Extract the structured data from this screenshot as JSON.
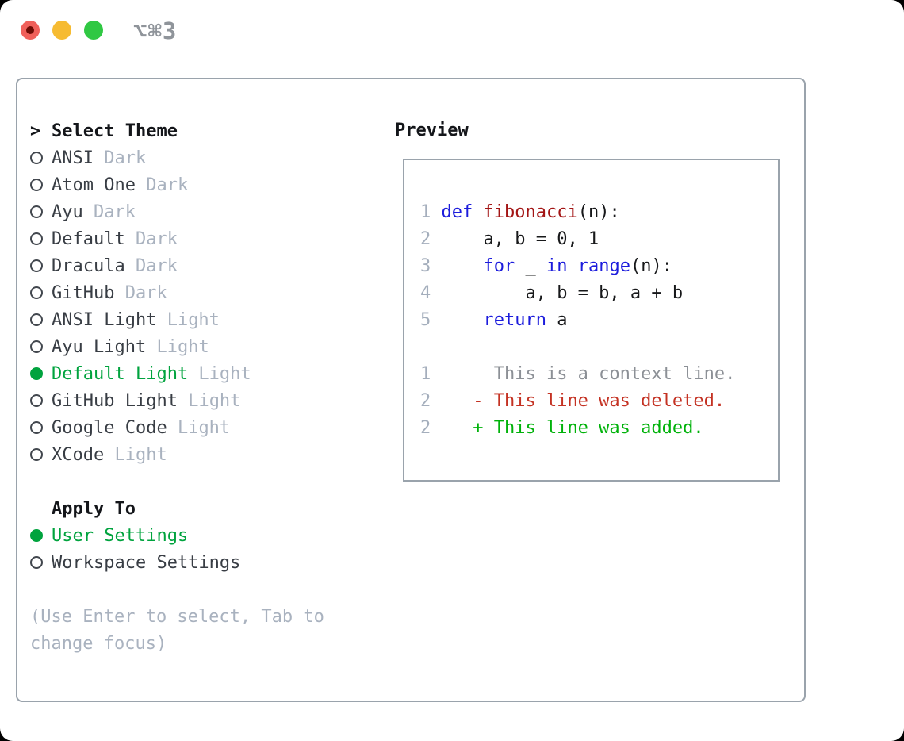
{
  "window": {
    "title": "⌥⌘3",
    "traffic_lights": {
      "close": "red",
      "minimize": "yellow",
      "zoom": "green"
    }
  },
  "theme_picker": {
    "header_prefix": ">",
    "header": "Select Theme",
    "items": [
      {
        "name": "ANSI",
        "variant": "Dark",
        "selected": false
      },
      {
        "name": "Atom One",
        "variant": "Dark",
        "selected": false
      },
      {
        "name": "Ayu",
        "variant": "Dark",
        "selected": false
      },
      {
        "name": "Default",
        "variant": "Dark",
        "selected": false
      },
      {
        "name": "Dracula",
        "variant": "Dark",
        "selected": false
      },
      {
        "name": "GitHub",
        "variant": "Dark",
        "selected": false
      },
      {
        "name": "ANSI Light",
        "variant": "Light",
        "selected": false
      },
      {
        "name": "Ayu Light",
        "variant": "Light",
        "selected": false
      },
      {
        "name": "Default Light",
        "variant": "Light",
        "selected": true
      },
      {
        "name": "GitHub Light",
        "variant": "Light",
        "selected": false
      },
      {
        "name": "Google Code",
        "variant": "Light",
        "selected": false
      },
      {
        "name": "XCode",
        "variant": "Light",
        "selected": false
      }
    ],
    "apply_header": "Apply To",
    "apply_items": [
      {
        "name": "User Settings",
        "selected": true
      },
      {
        "name": "Workspace Settings",
        "selected": false
      }
    ],
    "hint_lines": [
      "(Use Enter to select, Tab to",
      "change focus)"
    ]
  },
  "preview": {
    "header": "Preview",
    "lines": [
      {
        "num": "1",
        "segments": [
          {
            "t": "def",
            "c": "kw"
          },
          {
            "t": " ",
            "c": "code"
          },
          {
            "t": "fibonacci",
            "c": "fn"
          },
          {
            "t": "(n):",
            "c": "code"
          }
        ]
      },
      {
        "num": "2",
        "segments": [
          {
            "t": "    a, b = 0, 1",
            "c": "code"
          }
        ]
      },
      {
        "num": "3",
        "segments": [
          {
            "t": "    ",
            "c": "code"
          },
          {
            "t": "for",
            "c": "kw"
          },
          {
            "t": " _ ",
            "c": "code"
          },
          {
            "t": "in",
            "c": "kw"
          },
          {
            "t": " ",
            "c": "code"
          },
          {
            "t": "range",
            "c": "kw"
          },
          {
            "t": "(n):",
            "c": "code"
          }
        ]
      },
      {
        "num": "4",
        "segments": [
          {
            "t": "        a, b = b, a + b",
            "c": "code"
          }
        ]
      },
      {
        "num": "5",
        "segments": [
          {
            "t": "    ",
            "c": "code"
          },
          {
            "t": "return",
            "c": "kw"
          },
          {
            "t": " a",
            "c": "code"
          }
        ]
      },
      {
        "num": "",
        "segments": []
      },
      {
        "num": "1",
        "segments": [
          {
            "t": "     This is a context line.",
            "c": "ctx"
          }
        ]
      },
      {
        "num": "2",
        "segments": [
          {
            "t": "   - This line was deleted.",
            "c": "del"
          }
        ]
      },
      {
        "num": "2",
        "segments": [
          {
            "t": "   + This line was added.",
            "c": "add"
          }
        ]
      }
    ]
  },
  "colors": {
    "accent_green": "#00a33e",
    "keyword_blue": "#1c1cdc",
    "function_red": "#a31515",
    "deleted_red": "#c43223",
    "added_green": "#00b20a",
    "muted_gray": "#a9b2bf",
    "context_gray": "#8c9096",
    "line_number_gray": "#a4aebc",
    "border_gray": "#9aa3ac",
    "text_dark": "#383d44",
    "title_gray": "#8f949a",
    "traffic_red": "#f0605a",
    "traffic_red_dot": "#6e0c05",
    "traffic_yellow": "#f6bb32",
    "traffic_green": "#30c843"
  }
}
